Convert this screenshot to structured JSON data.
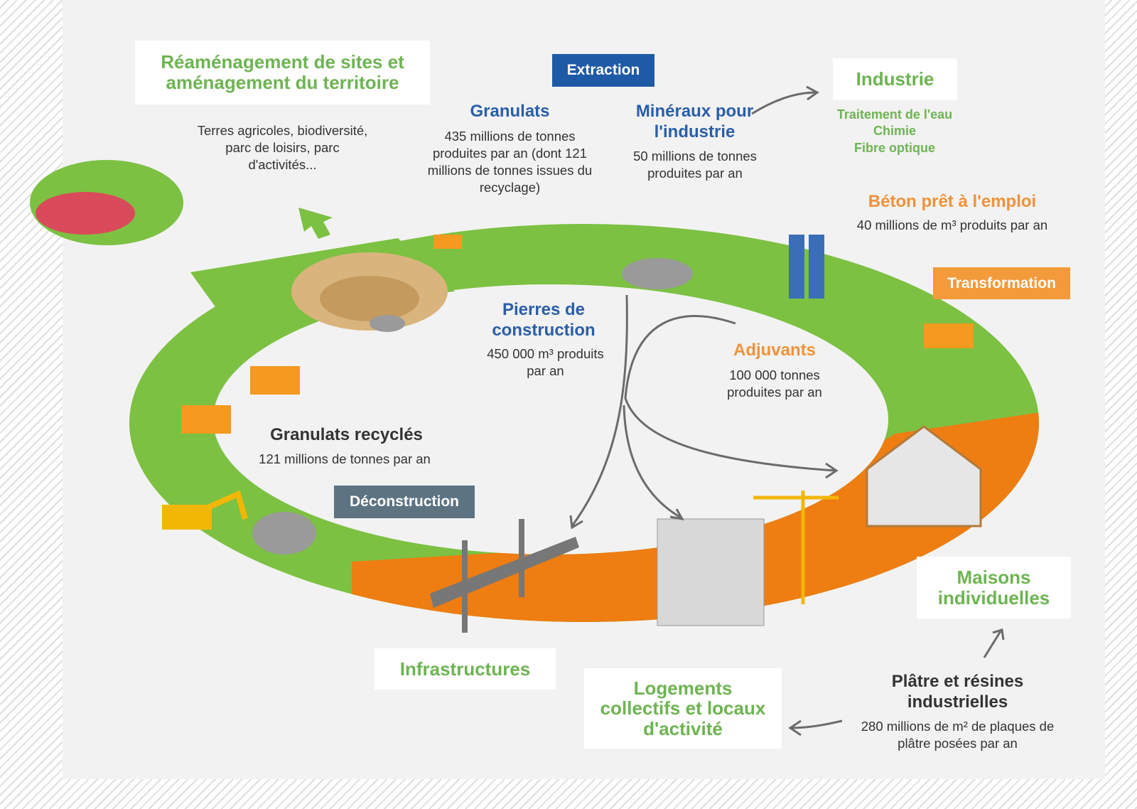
{
  "colors": {
    "green": "#7cc142",
    "orange": "#ee7d12",
    "blue": "#1f5aa6",
    "slate": "#5d7382",
    "text_green": "#6db451"
  },
  "stages": {
    "extraction": "Extraction",
    "transformation": "Transformation",
    "deconstruction": "Déconstruction"
  },
  "reamenagement": {
    "title": "Réaménagement de sites et aménagement du territoire",
    "desc": "Terres agricoles, biodiversité, parc de loisirs, parc d'activités..."
  },
  "granulats": {
    "title": "Granulats",
    "desc": "435 millions de tonnes produites par an (dont 121 millions de tonnes issues du recyclage)"
  },
  "mineraux": {
    "title": "Minéraux pour l'industrie",
    "desc": "50 millions de tonnes produites par an"
  },
  "industrie": {
    "title": "Industrie",
    "items": [
      "Traitement de l'eau",
      "Chimie",
      "Fibre optique"
    ]
  },
  "beton": {
    "title": "Béton prêt à l'emploi",
    "desc": "40 millions de m³ produits par an"
  },
  "pierres": {
    "title": "Pierres de construction",
    "desc": "450 000 m³ produits par an"
  },
  "adjuvants": {
    "title": "Adjuvants",
    "desc": "100 000 tonnes produites par an"
  },
  "granulats_recycles": {
    "title": "Granulats recyclés",
    "desc": "121 millions de tonnes par an"
  },
  "platre": {
    "title": "Plâtre et résines industrielles",
    "desc": "280 millions de m² de plaques de plâtre posées par an"
  },
  "destinations": {
    "infrastructures": "Infrastructures",
    "logements": "Logements collectifs et locaux d'activité",
    "maisons": "Maisons individuelles"
  }
}
